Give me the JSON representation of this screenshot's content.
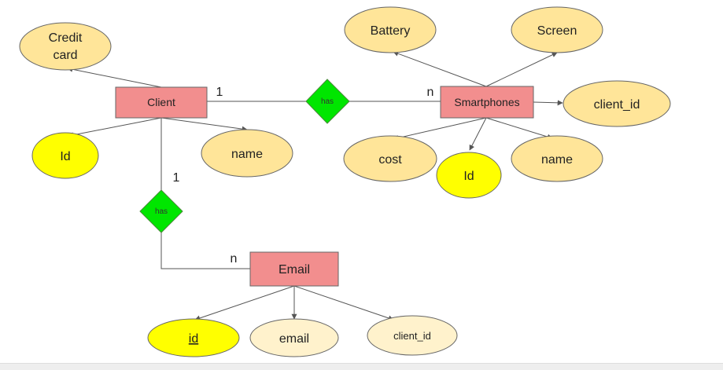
{
  "diagram": {
    "entities": {
      "client": "Client",
      "smartphones": "Smartphones",
      "email": "Email"
    },
    "relationships": {
      "client_smartphones": "has",
      "client_email": "has"
    },
    "cardinalities": {
      "client_side_smartphones": "1",
      "smartphones_side": "n",
      "client_side_email": "1",
      "email_side": "n"
    },
    "client_attributes": {
      "credit_card_line1": "Credit",
      "credit_card_line2": "card",
      "id": "Id",
      "name": "name"
    },
    "smartphones_attributes": {
      "battery": "Battery",
      "screen": "Screen",
      "client_id": "client_id",
      "cost": "cost",
      "id": "Id",
      "name": "name"
    },
    "email_attributes": {
      "id": "id",
      "email": "email",
      "client_id": "client_id"
    },
    "colors": {
      "entity_fill": "#f28e8e",
      "attribute_fill": "#ffe599",
      "key_attribute_fill": "#ffff00",
      "attribute_light_fill": "#fff2cc",
      "relationship_fill": "#00e600",
      "line": "#555555"
    }
  }
}
